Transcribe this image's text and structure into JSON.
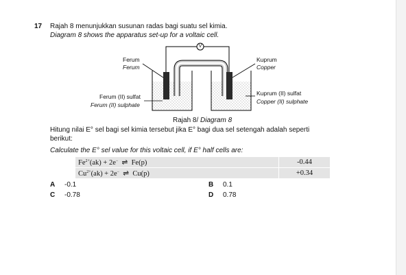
{
  "question": {
    "number": "17",
    "intro_ms": "Rajah 8 menunjukkan susunan radas bagi suatu sel kimia.",
    "intro_en": "Diagram 8 shows the apparatus set-up for a voltaic cell."
  },
  "diagram": {
    "voltmeter_symbol": "V",
    "left_electrode_ms": "Ferum",
    "left_electrode_en": "Ferum",
    "right_electrode_ms": "Kuprum",
    "right_electrode_en": "Copper",
    "left_solution_ms": "Ferum (II) sulfat",
    "left_solution_en": "Ferum (II) sulphate",
    "right_solution_ms": "Kuprum (II) sulfat",
    "right_solution_en": "Copper (II) sulphate",
    "caption_ms": "Rajah 8/",
    "caption_en": "Diagram 8"
  },
  "prompt": {
    "line1_ms": "Hitung nilai E° sel bagi sel kimia tersebut jika E° bagi dua sel setengah adalah seperti",
    "line2_ms": "berikut:",
    "line_en": "Calculate the E° sel value for this voltaic cell, if E° half cells are:"
  },
  "half_cells": [
    {
      "species": "Fe",
      "charge": "2+",
      "rest": "(ak) + 2e",
      "electron_sup": "−",
      "arrow": "⇌",
      "product": "Fe(p)",
      "value": "-0.44"
    },
    {
      "species": "Cu",
      "charge": "2+",
      "rest": "(ak) + 2e",
      "electron_sup": "−",
      "arrow": "⇌",
      "product": "Cu(p)",
      "value": "+0.34"
    }
  ],
  "options": [
    {
      "letter": "A",
      "text": "-0.1"
    },
    {
      "letter": "B",
      "text": "0.1"
    },
    {
      "letter": "C",
      "text": "-0.78"
    },
    {
      "letter": "D",
      "text": "0.78"
    }
  ]
}
